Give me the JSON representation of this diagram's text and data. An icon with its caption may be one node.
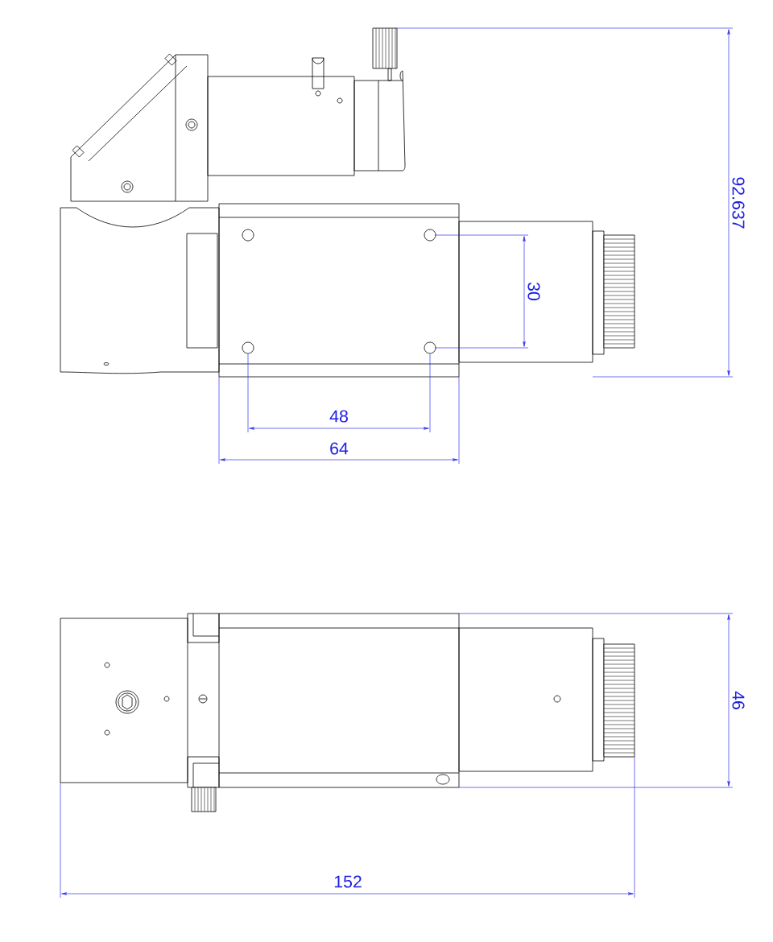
{
  "diagram": {
    "labels": [
      "92.637",
      "30",
      "48",
      "64",
      "46",
      "152"
    ]
  }
}
